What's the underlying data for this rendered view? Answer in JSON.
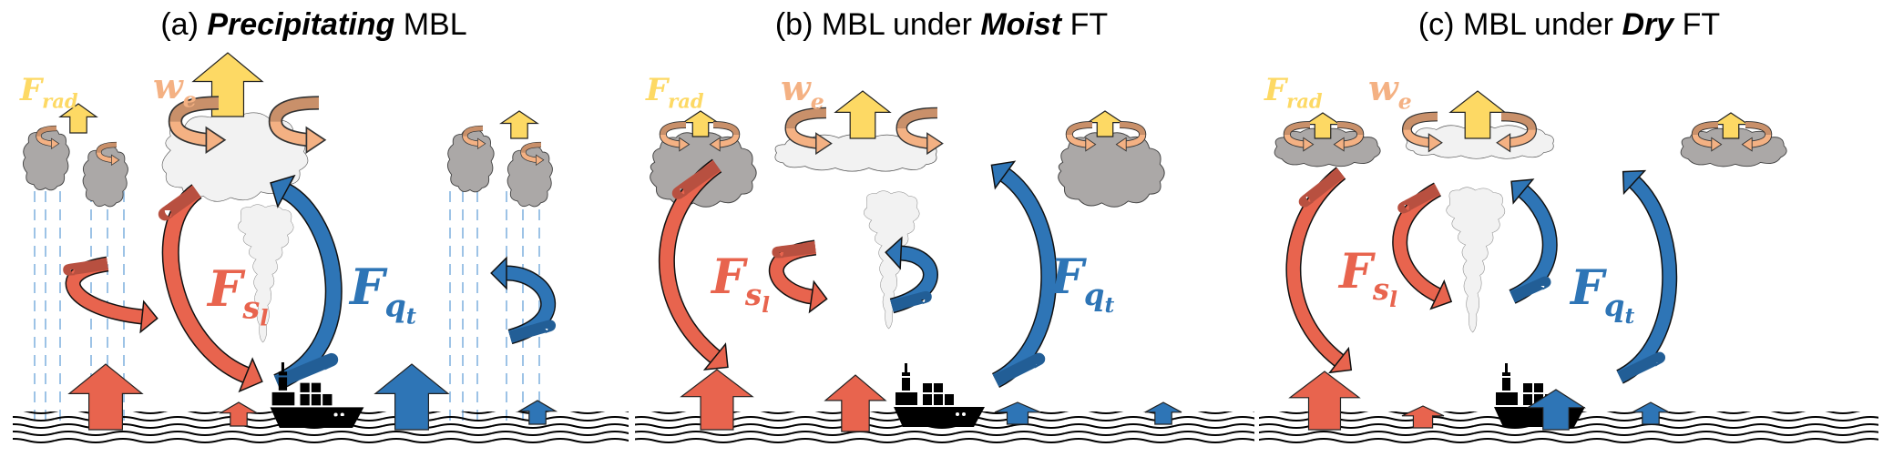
{
  "colors": {
    "radiation_yellow": "#FDD964",
    "entrainment_orange": "#F4B183",
    "entrainment_dark": "#C9906A",
    "heat_red": "#E8644E",
    "heat_dark": "#B85040",
    "moisture_blue": "#2E75B6",
    "moisture_dark": "#225E96",
    "cloud_gray": "#ABA8A7",
    "cloud_light": "#F2F2F2",
    "rain_blue": "#9DC3E6",
    "ship_black": "#000000"
  },
  "panels": [
    {
      "id": "a",
      "title_prefix": "(a) ",
      "title_emph": "Precipitating",
      "title_suffix": " MBL",
      "labels": {
        "frad": "F",
        "frad_sub": "rad",
        "we": "w",
        "we_sub": "e",
        "fsl": "F",
        "fsl_sub": "s",
        "fsl_subsub": "l",
        "fqt": "F",
        "fqt_sub": "q",
        "fqt_subsub": "t"
      }
    },
    {
      "id": "b",
      "title_prefix": "(b) MBL under ",
      "title_emph": "Moist",
      "title_suffix": " FT",
      "labels": {
        "frad": "F",
        "frad_sub": "rad",
        "we": "w",
        "we_sub": "e",
        "fsl": "F",
        "fsl_sub": "s",
        "fsl_subsub": "l",
        "fqt": "F",
        "fqt_sub": "q",
        "fqt_subsub": "t"
      }
    },
    {
      "id": "c",
      "title_prefix": "(c) MBL under ",
      "title_emph": "Dry",
      "title_suffix": " FT",
      "labels": {
        "frad": "F",
        "frad_sub": "rad",
        "we": "w",
        "we_sub": "e",
        "fsl": "F",
        "fsl_sub": "s",
        "fsl_subsub": "l",
        "fqt": "F",
        "fqt_sub": "q",
        "fqt_subsub": "t"
      }
    }
  ]
}
